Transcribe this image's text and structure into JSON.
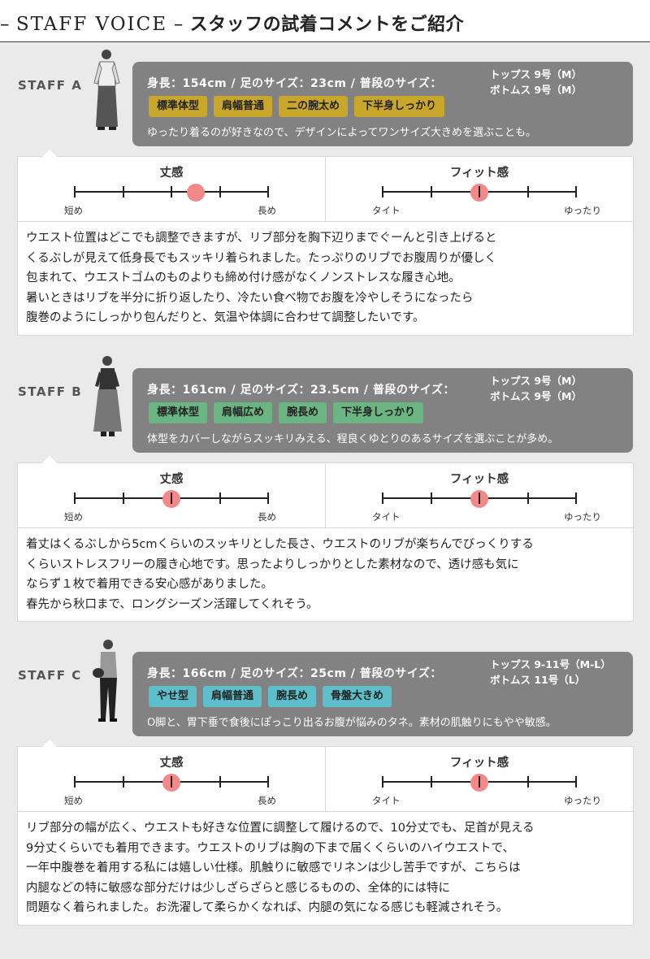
{
  "header": {
    "title_en": "STAFF VOICE",
    "title_jp": "スタッフの試着コメントをご紹介"
  },
  "colors": {
    "tag_a": "#c9a72a",
    "tag_b": "#6bb582",
    "tag_c": "#5cbfc9",
    "rating_dot": "#f28888"
  },
  "scale_labels": {
    "length": {
      "name": "丈感",
      "left": "短め",
      "right": "長め"
    },
    "fit": {
      "name": "フィット感",
      "left": "タイト",
      "right": "ゆったり"
    }
  },
  "staff": [
    {
      "label": "STAFF A",
      "measurements": "身長：154cm / 足のサイズ：23cm / 普段のサイズ：",
      "size_tops": "トップス 9号（M）",
      "size_bottoms": "ボトムス 9号（M）",
      "tags": [
        "標準体型",
        "肩幅普通",
        "二の腕太め",
        "下半身しっかり"
      ],
      "note": "ゆったり着るのが好きなので、デザインによってワンサイズ大きめを選ぶことも。",
      "length_rating": 0.625,
      "fit_rating": 0.5,
      "comment": [
        "ウエスト位置はどこでも調整できますが、リブ部分を胸下辺りまでぐーんと引き上げると",
        "くるぶしが見えて低身長でもスッキリ着られました。たっぷりのリブでお腹周りが優しく",
        "包まれて、ウエストゴムのものよりも締め付け感がなくノンストレスな履き心地。",
        "暑いときはリブを半分に折り返したり、冷たい食べ物でお腹を冷やしそうになったら",
        "腹巻のようにしっかり包んだりと、気温や体調に合わせて調整したいです。"
      ]
    },
    {
      "label": "STAFF B",
      "measurements": "身長：161cm / 足のサイズ：23.5cm / 普段のサイズ：",
      "size_tops": "トップス 9号（M）",
      "size_bottoms": "ボトムス 9号（M）",
      "tags": [
        "標準体型",
        "肩幅広め",
        "腕長め",
        "下半身しっかり"
      ],
      "note": "体型をカバーしながらスッキリみえる、程良くゆとりのあるサイズを選ぶことが多め。",
      "length_rating": 0.5,
      "fit_rating": 0.5,
      "comment": [
        "着丈はくるぶしから5cmくらいのスッキリとした長さ、ウエストのリブが楽ちんでびっくりする",
        "くらいストレスフリーの履き心地です。思ったよりしっかりとした素材なので、透け感も気に",
        "ならず１枚で着用できる安心感がありました。",
        "春先から秋口まで、ロングシーズン活躍してくれそう。"
      ]
    },
    {
      "label": "STAFF C",
      "measurements": "身長：166cm / 足のサイズ：25cm / 普段のサイズ：",
      "size_tops": "トップス 9-11号（M-L）",
      "size_bottoms": "ボトムス 11号（L）",
      "tags": [
        "やせ型",
        "肩幅普通",
        "腕長め",
        "骨盤大きめ"
      ],
      "note": "O脚と、胃下垂で食後にぽっこり出るお腹が悩みのタネ。素材の肌触りにもやや敏感。",
      "length_rating": 0.5,
      "fit_rating": 0.5,
      "comment": [
        "リブ部分の幅が広く、ウエストも好きな位置に調整して履けるので、10分丈でも、足首が見える",
        "9分丈くらいでも着用できます。ウエストのリブは胸の下まで届くくらいのハイウエストで、",
        "一年中腹巻を着用する私には嬉しい仕様。肌触りに敏感でリネンは少し苦手ですが、こちらは",
        "内腿などの特に敏感な部分だけは少しざらざらと感じるものの、全体的には特に",
        "問題なく着られました。お洗濯して柔らかくなれば、内腿の気になる感じも軽減されそう。"
      ]
    }
  ]
}
